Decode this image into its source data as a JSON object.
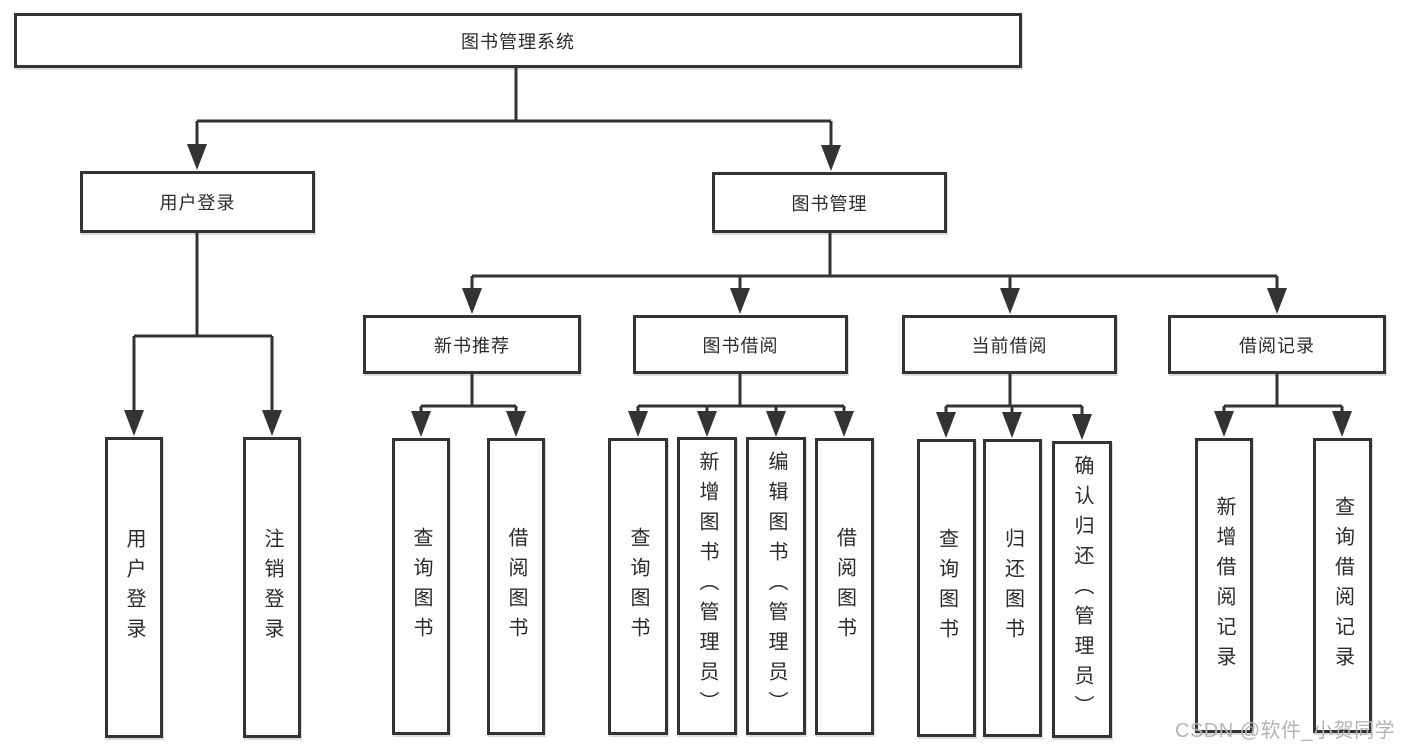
{
  "diagram": {
    "root": {
      "label": "图书管理系统",
      "children": [
        {
          "label": "用户登录",
          "children": [
            {
              "label": "用户登录"
            },
            {
              "label": "注销登录"
            }
          ]
        },
        {
          "label": "图书管理",
          "children": [
            {
              "label": "新书推荐",
              "children": [
                {
                  "label": "查询图书"
                },
                {
                  "label": "借阅图书"
                }
              ]
            },
            {
              "label": "图书借阅",
              "children": [
                {
                  "label": "查询图书"
                },
                {
                  "label": "新增图书（管理员）"
                },
                {
                  "label": "编辑图书（管理员）"
                },
                {
                  "label": "借阅图书"
                }
              ]
            },
            {
              "label": "当前借阅",
              "children": [
                {
                  "label": "查询图书"
                },
                {
                  "label": "归还图书"
                },
                {
                  "label": "确认归还（管理员）"
                }
              ]
            },
            {
              "label": "借阅记录",
              "children": [
                {
                  "label": "新增借阅记录"
                },
                {
                  "label": "查询借阅记录"
                }
              ]
            }
          ]
        }
      ]
    }
  },
  "watermark": {
    "text": "CSDN @软件_小贺同学"
  },
  "colors": {
    "line": "#333333",
    "text": "#2b2b2b",
    "background": "#ffffff",
    "watermark": "#b4b4b4"
  }
}
